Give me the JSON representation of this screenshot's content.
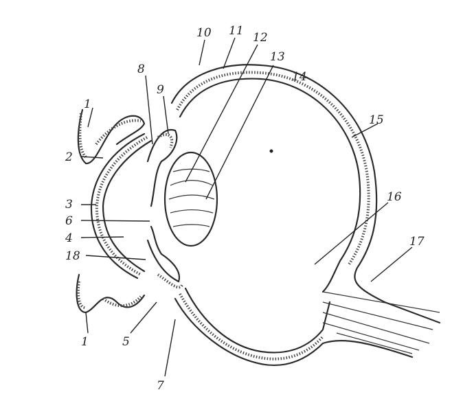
{
  "diagram": {
    "labels": {
      "l1_top": "1",
      "l2": "2",
      "l3": "3",
      "l6": "6",
      "l4": "4",
      "l18": "18",
      "l1_bottom": "1",
      "l5": "5",
      "l7": "7",
      "l8": "8",
      "l9": "9",
      "l10": "10",
      "l11": "11",
      "l12": "12",
      "l13": "13",
      "l14": "14",
      "l15": "15",
      "l16": "16",
      "l17": "17"
    }
  }
}
